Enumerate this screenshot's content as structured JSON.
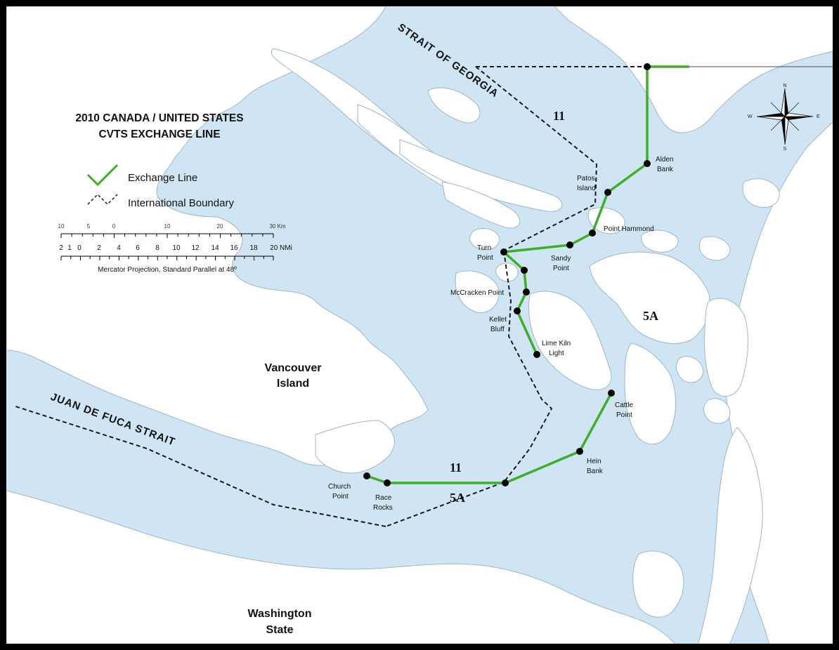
{
  "map": {
    "title_line1": "2010 CANADA / UNITED STATES",
    "title_line2": "CVTS EXCHANGE LINE",
    "legend": {
      "exchange_line": "Exchange Line",
      "international_boundary": "International Boundary"
    },
    "scale": {
      "km_ticks": [
        "10",
        "5",
        "0",
        "10",
        "20",
        "30 Km"
      ],
      "nmi_ticks": [
        "2",
        "1",
        "0",
        "2",
        "4",
        "6",
        "8",
        "10",
        "12",
        "14",
        "16",
        "18",
        "20 NMi"
      ],
      "projection": "Mercator Projection, Standard Parallel at 48º"
    },
    "compass": {
      "n": "N",
      "s": "S",
      "e": "E",
      "w": "W"
    },
    "water_labels": {
      "strait_of_georgia": "STRAIT OF GEORGIA",
      "juan_de_fuca": "JUAN DE FUCA STRAIT"
    },
    "regions": {
      "vancouver_line1": "Vancouver",
      "vancouver_line2": "Island",
      "washington_line1": "Washington",
      "washington_line2": "State"
    },
    "zones": {
      "north_11": "11",
      "south_11": "11",
      "east_5a": "5A",
      "south_5a": "5A"
    },
    "places": {
      "alden_1": "Alden",
      "alden_2": "Bank",
      "patos_1": "Patos",
      "patos_2": "Island",
      "point_hammond": "Point Hammond",
      "turn_1": "Turn",
      "turn_2": "Point",
      "sandy_1": "Sandy",
      "sandy_2": "Point",
      "mccracken": "McCracken Point",
      "kellet_1": "Kellet",
      "kellet_2": "Bluff",
      "limekiln_1": "Lime Kiln",
      "limekiln_2": "Light",
      "cattle_1": "Cattle",
      "cattle_2": "Point",
      "hein_1": "Hein",
      "hein_2": "Bank",
      "church_1": "Church",
      "church_2": "Point",
      "race_1": "Race",
      "race_2": "Rocks"
    },
    "colors": {
      "water": "#cfe5f3",
      "land": "#ffffff",
      "exchange_line": "#3fae2a",
      "boundary": "#1a1a1a"
    },
    "icons": [
      "compass-rose-icon",
      "exchange-line-legend-icon",
      "boundary-legend-icon"
    ]
  }
}
